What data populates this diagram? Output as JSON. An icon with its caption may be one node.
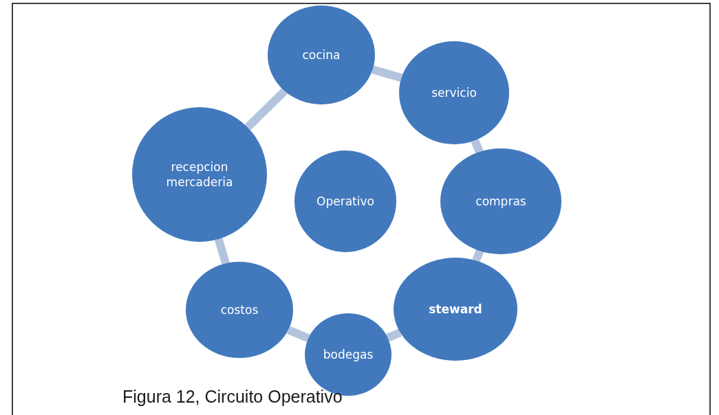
{
  "diagram": {
    "caption": "Figura 12, Circuito Operativo",
    "nodes": [
      {
        "text": [
          "cocina"
        ]
      },
      {
        "text": [
          "servicio"
        ]
      },
      {
        "text": [
          "compras"
        ]
      },
      {
        "text": [
          "steward"
        ]
      },
      {
        "text": [
          "bodegas"
        ]
      },
      {
        "text": [
          "costos"
        ]
      },
      {
        "text": [
          "recepcion mercaderia"
        ]
      },
      {
        "text": [
          "Operativo"
        ]
      }
    ],
    "edges": [
      {
        "from": 0,
        "to": 1,
        "arrow": "none"
      },
      {
        "from": 1,
        "to": 2,
        "arrow": "none"
      },
      {
        "from": 2,
        "to": 3,
        "arrow": "none"
      },
      {
        "from": 3,
        "to": 4,
        "arrow": "none"
      },
      {
        "from": 4,
        "to": 5,
        "arrow": "none"
      },
      {
        "from": 5,
        "to": 6,
        "arrow": "none"
      },
      {
        "from": 6,
        "to": 0,
        "arrow": "none"
      }
    ]
  }
}
